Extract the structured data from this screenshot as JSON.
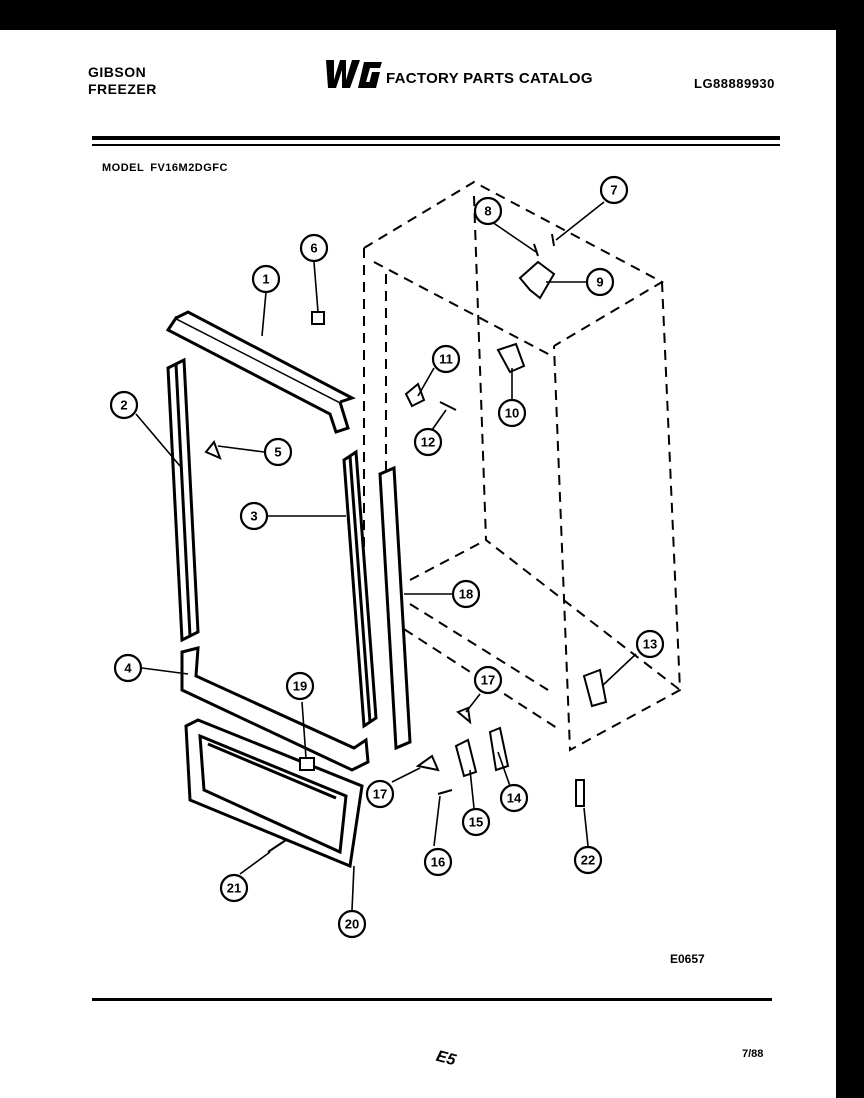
{
  "header": {
    "brand_line1": "GIBSON",
    "brand_line2": "FREEZER",
    "logo_text": "WCI",
    "catalog_title": "FACTORY PARTS CATALOG",
    "catalog_number": "LG88889930"
  },
  "model": {
    "label": "MODEL",
    "value": "FV16M2DGFC"
  },
  "callouts": [
    "1",
    "2",
    "3",
    "4",
    "5",
    "6",
    "7",
    "8",
    "9",
    "10",
    "11",
    "12",
    "13",
    "14",
    "15",
    "16",
    "17",
    "17",
    "18",
    "19",
    "20",
    "21",
    "22"
  ],
  "footer": {
    "figure_code": "E0657",
    "page_mark": "E5",
    "date": "7/88"
  }
}
